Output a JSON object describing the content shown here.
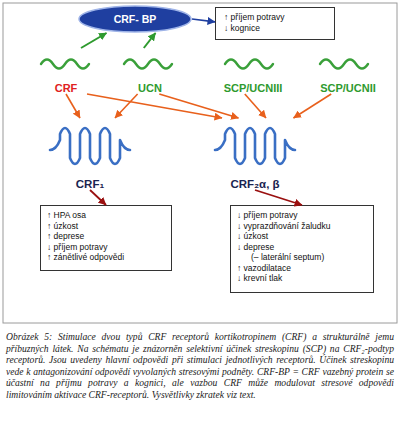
{
  "diagram": {
    "caption": "Obrázek 5: Stimulace dvou typů CRF receptorů kortikotropinem (CRF) a strukturálně jemu příbuzných látek. Na schématu je znázorněn selektivní účinek streskopinu (SCP) na CRF₂-podtyp receptorů. Jsou uvedeny hlavní odpovědi při stimulaci jednotlivých receptorů. Účinek streskopinu vede k antagonizování odpovědí vyvolaných stresovými podněty. CRF-BP = CRF vazebný protein se účastní na příjmu potravy a kognici, ale vazbou CRF může modulovat stresové odpovědi limitováním aktivace CRF-receptorů. Vysvětlivky zkratek viz text.",
    "nodes": [
      {
        "text": [
          "CRF- BP"
        ]
      },
      {
        "text": [
          "↑ příjem potravy",
          "↓ kognice"
        ]
      },
      {
        "text": [
          "CRF"
        ]
      },
      {
        "text": [
          "UCN"
        ]
      },
      {
        "text": [
          "SCP/UCNIII"
        ]
      },
      {
        "text": [
          "SCP/UCNII"
        ]
      },
      {
        "text": [
          "CRF₁"
        ]
      },
      {
        "text": [
          "CRF₂α, β"
        ]
      },
      {
        "text": [
          "↑ HPA osa",
          "↑ úzkost",
          "↑ deprese",
          "↓ příjem potravy",
          "↑ zánětlivé odpovědi"
        ]
      },
      {
        "text": [
          "↓ příjem potravy",
          "↓ vyprazdňování žaludku",
          "↓ úzkost",
          "↓ deprese",
          "(– laterální septum)",
          "↑ vazodilatace",
          "↓ krevní tlak"
        ]
      }
    ],
    "edges": [
      {
        "from": 0,
        "to": 1,
        "arrow": "to"
      },
      {
        "from": 2,
        "to": 0,
        "arrow": "to"
      },
      {
        "from": 3,
        "to": 0,
        "arrow": "to"
      },
      {
        "from": 2,
        "to": 6,
        "arrow": "to"
      },
      {
        "from": 2,
        "to": 7,
        "arrow": "to"
      },
      {
        "from": 3,
        "to": 6,
        "arrow": "to"
      },
      {
        "from": 3,
        "to": 7,
        "arrow": "to"
      },
      {
        "from": 4,
        "to": 7,
        "arrow": "to"
      },
      {
        "from": 5,
        "to": 7,
        "arrow": "to"
      },
      {
        "from": 6,
        "to": 8,
        "arrow": "to"
      },
      {
        "from": 7,
        "to": 9,
        "arrow": "to"
      }
    ]
  }
}
